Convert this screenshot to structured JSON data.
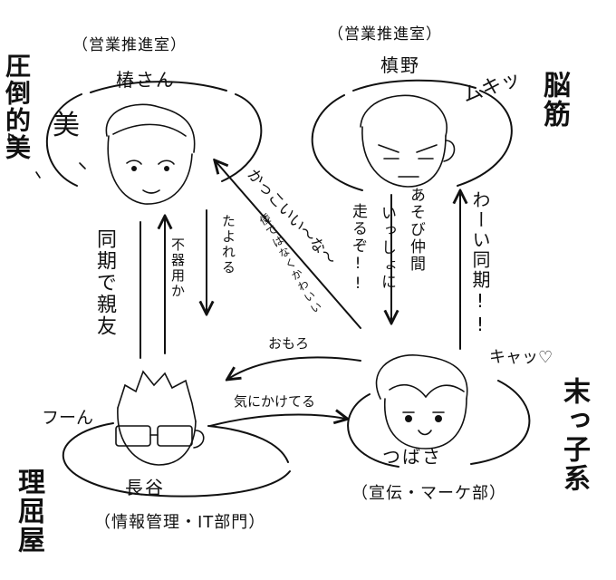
{
  "characters": {
    "tsubaki": {
      "dept": "（営業推進室）",
      "name": "椿さん",
      "trait": "圧倒的美",
      "beauty_mark": "美"
    },
    "makino": {
      "dept": "（営業推進室）",
      "name": "槙野",
      "trait": "脳筋",
      "mood": "ムキッ"
    },
    "hasegawa": {
      "name": "長谷",
      "dept": "（情報管理・IT部門）",
      "trait": "理屈屋",
      "sound": "フーん"
    },
    "tsubasa": {
      "name": "つばさ",
      "dept": "（宣伝・マーケ部）",
      "trait": "末っ子系",
      "sound": "キャッ♡"
    }
  },
  "relations": {
    "hasegawa_to_tsubaki": "同期で親友",
    "tsubaki_to_hasegawa": "不器用か",
    "tsubaki_to_tsubasa_a": "たよれる",
    "tsubaki_to_tsubasa_b": "倭ではなくかわいい",
    "tsubasa_to_tsubaki": "かっこいい〜な〜",
    "makino_to_tsubasa_a": "走るぞ!!",
    "makino_to_tsubasa_b": "いっしょに",
    "makino_to_tsubasa_c": "あそび仲間",
    "tsubasa_to_makino": "わーい同期!!",
    "tsubasa_to_hasegawa": "おもろ",
    "hasegawa_to_tsubasa": "気にかけてる"
  }
}
